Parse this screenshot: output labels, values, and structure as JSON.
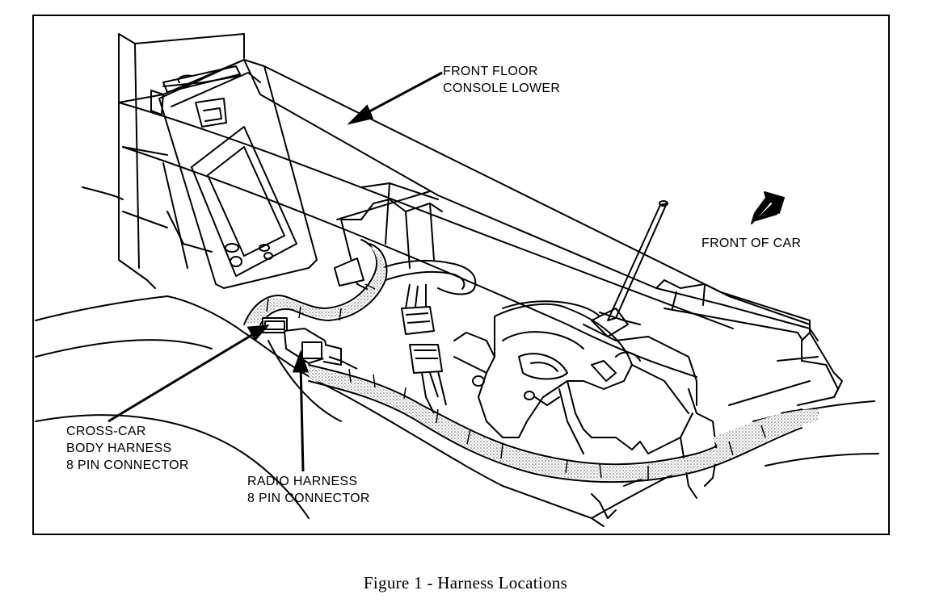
{
  "labels": {
    "front_floor_console": [
      "FRONT FLOOR",
      "CONSOLE LOWER"
    ],
    "front_of_car": "FRONT OF CAR",
    "cross_car": [
      "CROSS-CAR",
      "BODY HARNESS",
      "8 PIN CONNECTOR"
    ],
    "radio_harness": [
      "RADIO HARNESS",
      "8 PIN CONNECTOR"
    ]
  },
  "caption": "Figure 1 - Harness Locations",
  "colors": {
    "ink": "#000000",
    "paper": "#ffffff",
    "stipple": "#9a9a9a"
  }
}
